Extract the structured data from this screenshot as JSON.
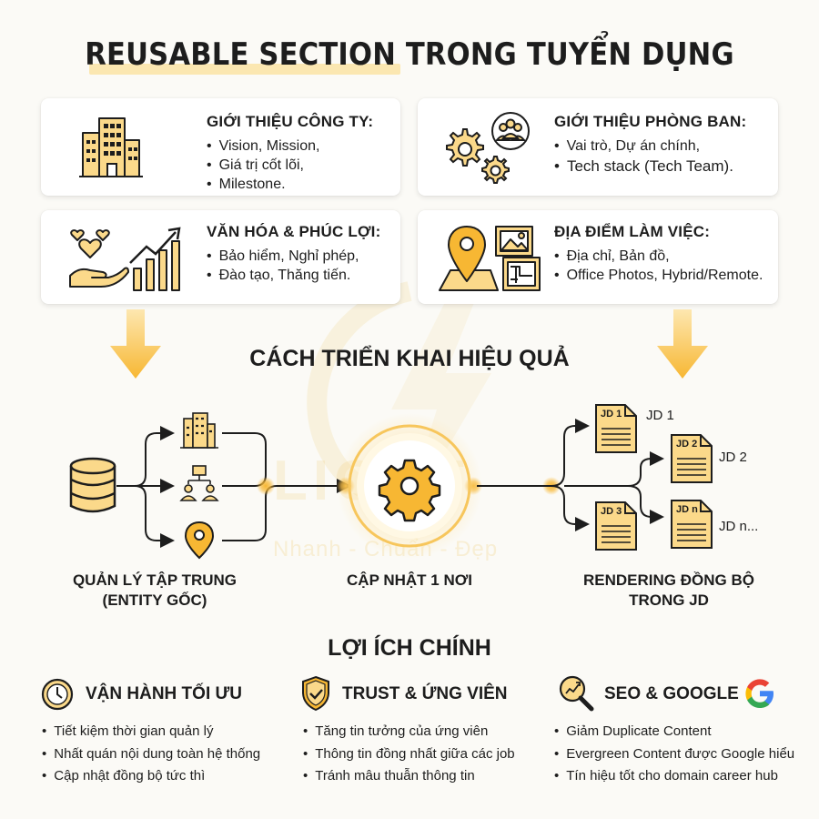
{
  "title": "REUSABLE SECTION TRONG TUYỂN DỤNG",
  "cards": [
    {
      "title": "GIỚI THIỆU CÔNG TY:",
      "items": [
        "Vision, Mission,",
        "Giá trị cốt lõi,",
        "Milestone."
      ],
      "icon": "building-icon"
    },
    {
      "title": "GIỚI THIỆU PHÒNG BAN:",
      "items": [
        "Vai trò, Dự án chính,",
        "Tech stack (Tech Team)."
      ],
      "icon": "gears-team-icon"
    },
    {
      "title": "VĂN HÓA & PHÚC LỢI:",
      "items": [
        "Bảo hiểm, Nghỉ phép,",
        "Đào tạo, Thăng tiến."
      ],
      "icon": "hearts-growth-icon"
    },
    {
      "title": "ĐỊA ĐIỂM LÀM VIỆC:",
      "items": [
        "Địa chỉ, Bản đồ,",
        "Office Photos, Hybrid/Remote."
      ],
      "icon": "location-map-icon"
    }
  ],
  "section2_title": "CÁCH TRIỂN KHAI HIỆU QUẢ",
  "flow": {
    "left_label": "QUẢN LÝ TẬP TRUNG\n(ENTITY GỐC)",
    "middle_label": "CẬP NHẬT 1 NƠI",
    "right_label": "RENDERING ĐỒNG BỘ\nTRONG JD",
    "jds": [
      {
        "tag": "JD 1",
        "label": "JD 1"
      },
      {
        "tag": "JD 2",
        "label": "JD 2"
      },
      {
        "tag": "JD 3",
        "label": ""
      },
      {
        "tag": "JD n",
        "label": "JD n..."
      }
    ]
  },
  "watermark": {
    "brand": "LIGHT",
    "slogan": "Nhanh - Chuẩn - Đẹp"
  },
  "section3_title": "LỢI ÍCH CHÍNH",
  "benefits": [
    {
      "title": "VẬN HÀNH TỐI ƯU",
      "icon": "clock-icon",
      "items": [
        "Tiết kiệm thời gian quản lý",
        "Nhất quán nội dung toàn hệ thống",
        "Cập nhật đồng bộ tức thì"
      ]
    },
    {
      "title": "TRUST & ỨNG VIÊN",
      "icon": "shield-check-icon",
      "items": [
        "Tăng tin tưởng của ứng viên",
        "Thông tin đồng nhất giữa các job",
        "Tránh mâu thuẫn thông tin"
      ]
    },
    {
      "title": "SEO & GOOGLE",
      "icon": "seo-magnifier-icon",
      "items": [
        "Giảm Duplicate Content",
        "Evergreen Content được Google hiểu",
        "Tín hiệu tốt cho domain career hub"
      ]
    }
  ],
  "colors": {
    "accent": "#f7b733",
    "fill": "#fbd98a",
    "stroke": "#1d1d1d",
    "glow": "#fde7b0"
  }
}
